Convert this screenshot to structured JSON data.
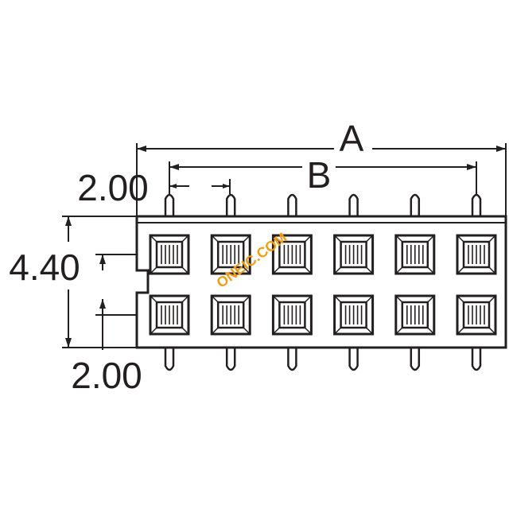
{
  "dimensions": {
    "overall_length": "A",
    "pin_span": "B",
    "pitch_top": "2.00",
    "body_width": "4.40",
    "pitch_bottom": "2.00"
  },
  "watermark": "ONEIC.COM",
  "connector": {
    "rows": 2,
    "positions_per_row": 6
  },
  "colors": {
    "line": "#231f20",
    "watermark": "#f39c12"
  }
}
